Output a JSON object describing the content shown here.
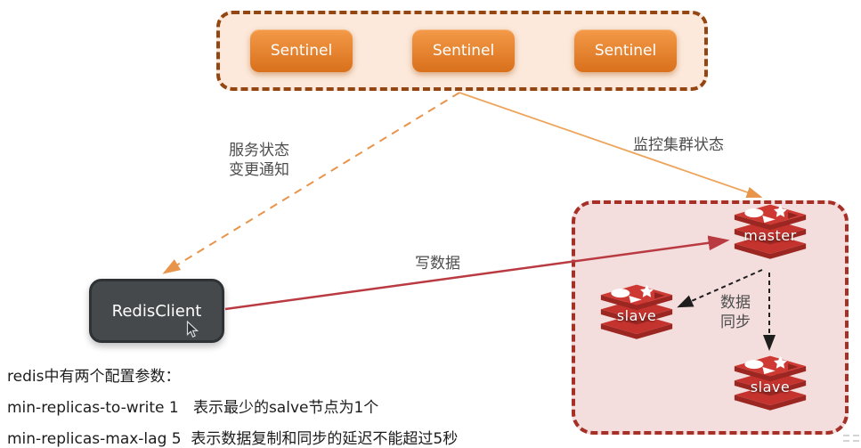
{
  "sentinel_group": {
    "nodes": [
      {
        "label": "Sentinel"
      },
      {
        "label": "Sentinel"
      },
      {
        "label": "Sentinel"
      }
    ]
  },
  "client": {
    "label": "RedisClient"
  },
  "cluster": {
    "nodes": [
      {
        "role": "master",
        "label": "master"
      },
      {
        "role": "slave",
        "label": "slave"
      },
      {
        "role": "slave",
        "label": "slave"
      }
    ]
  },
  "edge_labels": {
    "notify_line1": "服务状态",
    "notify_line2": "变更通知",
    "monitor": "监控集群状态",
    "write": "写数据",
    "sync_line1": "数据",
    "sync_line2": "同步"
  },
  "notes": {
    "line1": "redis中有两个配置参数：",
    "line2": "min-replicas-to-write 1   表示最少的salve节点为1个",
    "line3": "min-replicas-max-lag 5  表示数据复制和同步的延迟不能超过5秒"
  },
  "colors": {
    "sentinel_gradient_top": "#f39a48",
    "sentinel_gradient_bottom": "#d9701c",
    "sentinel_group_bg": "#fce9db",
    "sentinel_group_border": "#934512",
    "cluster_bg": "#f3dedd",
    "cluster_border": "#a63028",
    "redis_red": "#c5332e",
    "redis_red_dark": "#9c2722",
    "client_bg": "#45494c",
    "arrow_orange": "#e8944a",
    "arrow_red": "#b93a41",
    "arrow_black": "#1e1e1e"
  }
}
